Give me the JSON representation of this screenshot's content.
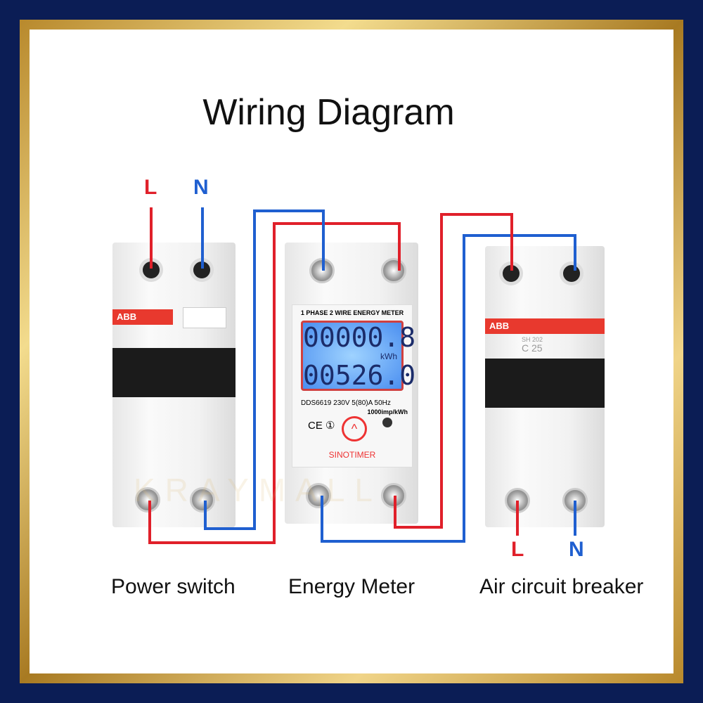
{
  "title": "Wiring Diagram",
  "labels": {
    "L": "L",
    "N": "N"
  },
  "devices": {
    "power_switch": {
      "caption": "Power switch",
      "brand": "ABB"
    },
    "energy_meter": {
      "caption": "Energy Meter",
      "header": "1 PHASE 2 WIRE ENERGY METER",
      "reading_top": "00000.8",
      "unit": "kWh",
      "reading_bottom": "00526.0",
      "spec": "DDS6619 230V  5(80)A  50Hz",
      "impulse": "1000imp/kWh",
      "brand": "SINOTIMER",
      "marks": "CE ①"
    },
    "air_circuit_breaker": {
      "caption": "Air circuit breaker",
      "brand": "ABB",
      "model": "SH 202",
      "rating": "C 25"
    }
  },
  "watermark": "KRAYMALL",
  "colors": {
    "live": "#e0202a",
    "neutral": "#1f5fd0",
    "frame": "#0b1d55",
    "gold": "#d9b560"
  }
}
